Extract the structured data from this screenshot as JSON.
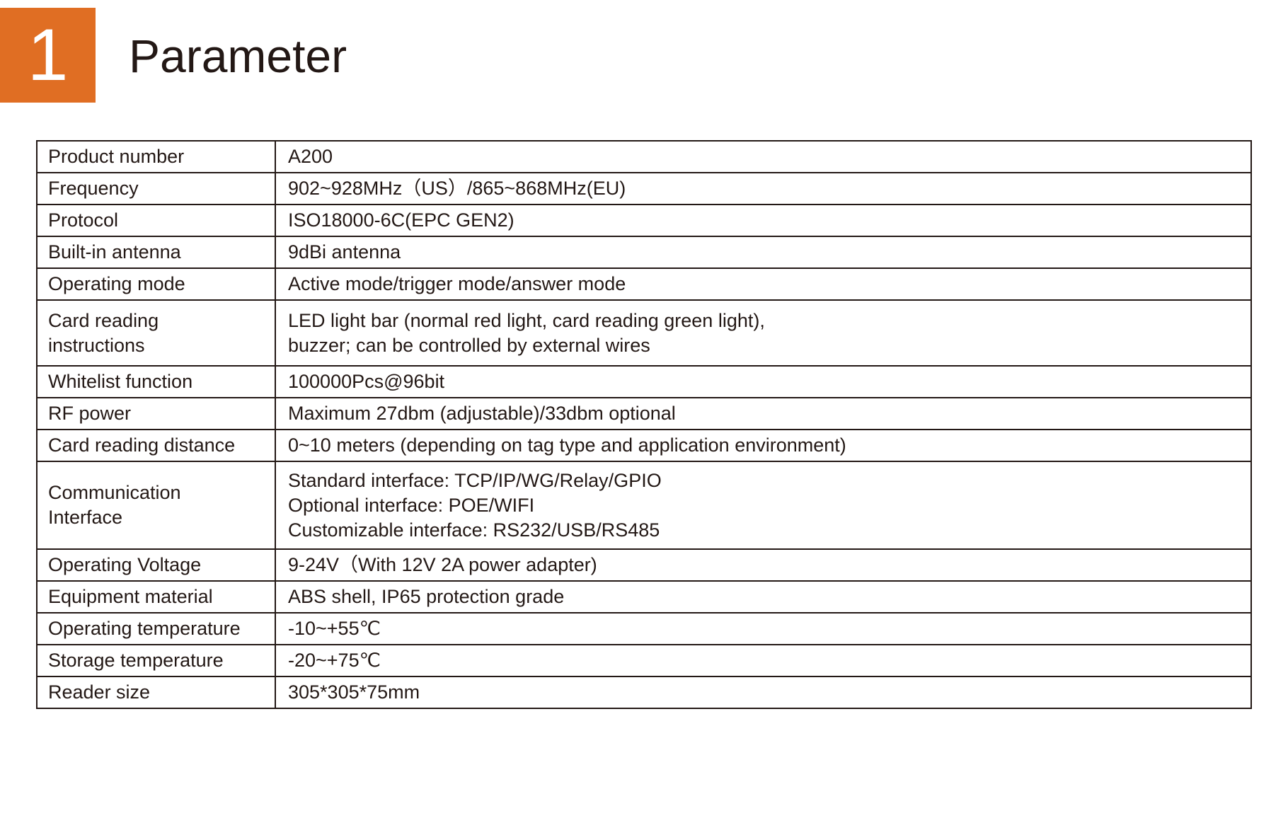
{
  "header": {
    "section_number": "1",
    "title": "Parameter",
    "accent_color": "#e06e23"
  },
  "table": {
    "rows": [
      {
        "label": [
          "Product number"
        ],
        "value": [
          "A200"
        ]
      },
      {
        "label": [
          "Frequency"
        ],
        "value": [
          "902~928MHz（US）/865~868MHz(EU)"
        ]
      },
      {
        "label": [
          "Protocol"
        ],
        "value": [
          "ISO18000-6C(EPC GEN2)"
        ]
      },
      {
        "label": [
          "Built-in antenna"
        ],
        "value": [
          "9dBi antenna"
        ]
      },
      {
        "label": [
          "Operating mode"
        ],
        "value": [
          "Active mode/trigger mode/answer mode"
        ]
      },
      {
        "label": [
          "Card reading",
          "instructions"
        ],
        "value": [
          "LED light bar (normal red light, card reading green light),",
          "buzzer; can be controlled by external wires"
        ]
      },
      {
        "label": [
          "Whitelist function"
        ],
        "value": [
          "100000Pcs@96bit"
        ]
      },
      {
        "label": [
          "RF power"
        ],
        "value": [
          "Maximum 27dbm (adjustable)/33dbm optional"
        ]
      },
      {
        "label": [
          "Card reading distance"
        ],
        "value": [
          "0~10 meters (depending on tag type and application environment)"
        ]
      },
      {
        "label": [
          "Communication",
          "Interface"
        ],
        "value": [
          "Standard interface: TCP/IP/WG/Relay/GPIO",
          "Optional interface: POE/WIFI",
          "Customizable interface: RS232/USB/RS485"
        ]
      },
      {
        "label": [
          "Operating Voltage"
        ],
        "value": [
          "9-24V（With 12V 2A power adapter)"
        ]
      },
      {
        "label": [
          "Equipment material"
        ],
        "value": [
          "ABS shell, IP65 protection grade"
        ]
      },
      {
        "label": [
          "Operating temperature"
        ],
        "value": [
          "-10~+55℃"
        ]
      },
      {
        "label": [
          "Storage temperature"
        ],
        "value": [
          "-20~+75℃"
        ]
      },
      {
        "label": [
          "Reader size"
        ],
        "value": [
          "305*305*75mm"
        ]
      }
    ]
  }
}
